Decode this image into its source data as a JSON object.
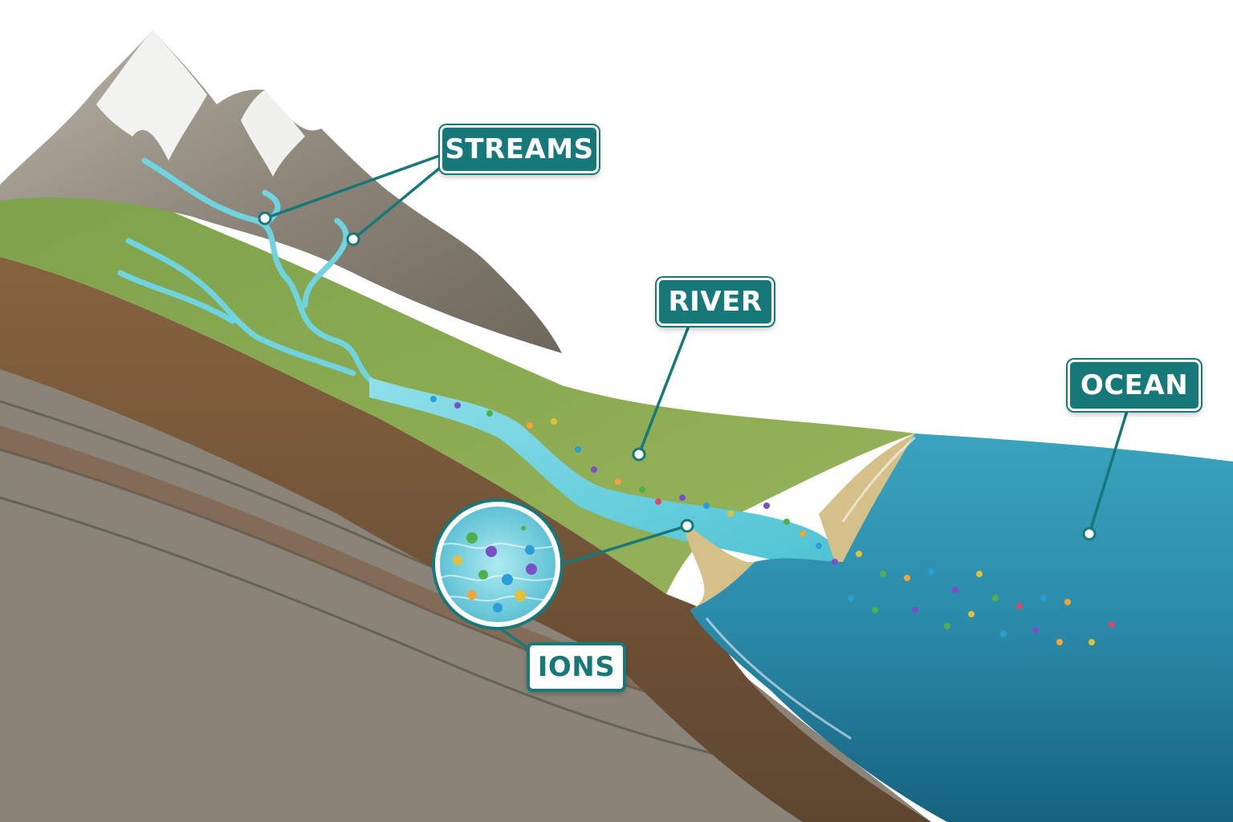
{
  "labels": {
    "streams": "STREAMS",
    "river": "RIVER",
    "ocean": "OCEAN",
    "ions": "IONS"
  },
  "colors": {
    "callout": "#17787a",
    "water_light": "#5fc9d8",
    "ocean_deep": "#1e6f8f",
    "grass": "#7ea24a",
    "soil": "#7b5a3c",
    "rock": "#8a8478",
    "snow": "#f2f2f0"
  },
  "ion_colors": [
    "#f2a33a",
    "#7a4fc7",
    "#4fb04a",
    "#2a9fd6",
    "#e0c23a",
    "#d44a6a"
  ]
}
